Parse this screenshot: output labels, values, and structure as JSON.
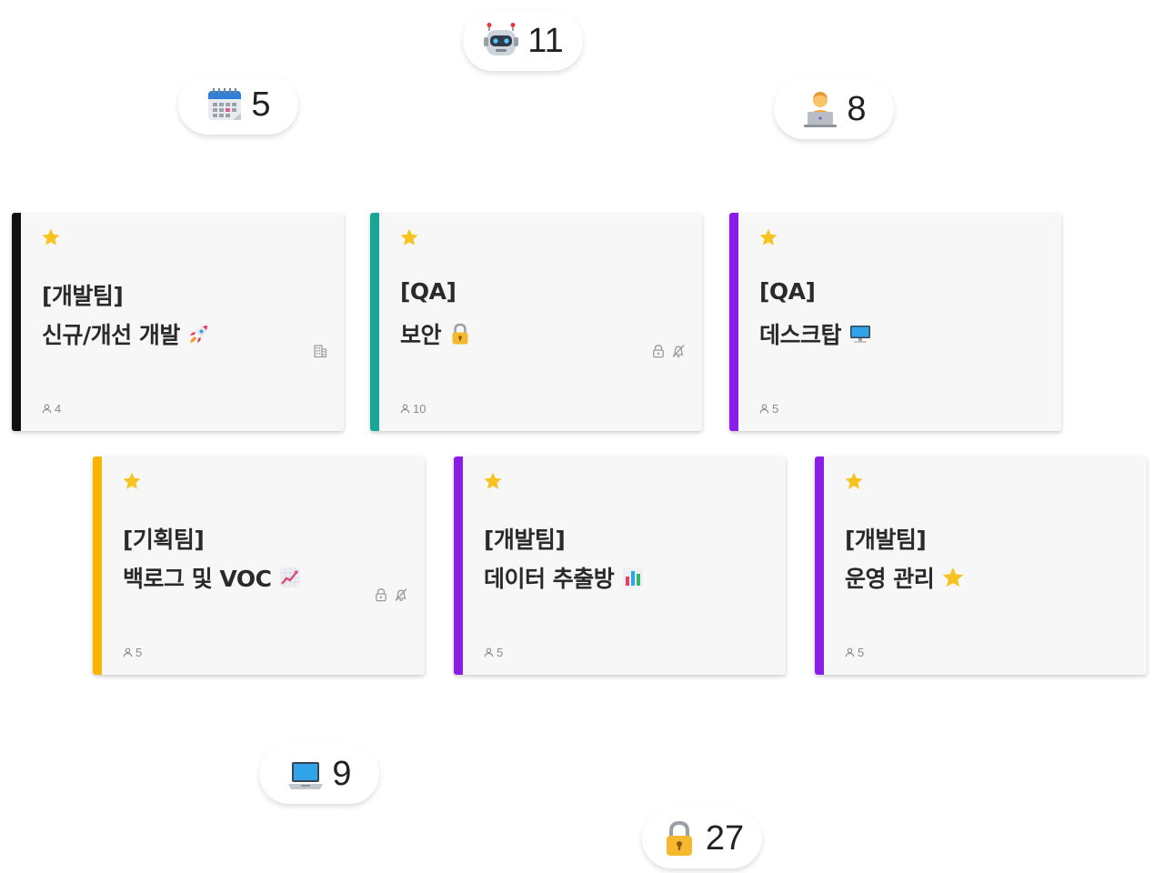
{
  "badges": [
    {
      "id": "robot",
      "icon": "robot-icon",
      "count": "11"
    },
    {
      "id": "calendar",
      "icon": "calendar-icon",
      "count": "5"
    },
    {
      "id": "technologist",
      "icon": "technologist-icon",
      "count": "8"
    },
    {
      "id": "laptop",
      "icon": "laptop-icon",
      "count": "9"
    },
    {
      "id": "lock",
      "icon": "lock-icon",
      "count": "27"
    }
  ],
  "cards": [
    {
      "team": "[개발팀]",
      "title": "신규/개선 개발",
      "title_icon": "rocket-icon",
      "accent": "#111111",
      "flags": [
        "building-icon"
      ],
      "members": "4",
      "starred": true
    },
    {
      "team": "[QA]",
      "title": "보안",
      "title_icon": "lock-icon",
      "accent": "#16a895",
      "flags": [
        "lock-icon",
        "bell-off-icon"
      ],
      "members": "10",
      "starred": true
    },
    {
      "team": "[QA]",
      "title": "데스크탑",
      "title_icon": "desktop-icon",
      "accent": "#8a1de8",
      "flags": [],
      "members": "5",
      "starred": true
    },
    {
      "team": "[기획팀]",
      "title": "백로그 및 VOC",
      "title_icon": "chart-increasing-icon",
      "accent": "#f7b500",
      "flags": [
        "lock-icon",
        "bell-off-icon"
      ],
      "members": "5",
      "starred": true
    },
    {
      "team": "[개발팀]",
      "title": "데이터 추출방",
      "title_icon": "bar-chart-icon",
      "accent": "#8a1de8",
      "flags": [],
      "members": "5",
      "starred": true
    },
    {
      "team": "[개발팀]",
      "title": "운영 관리",
      "title_icon": "star-icon",
      "accent": "#8a1de8",
      "flags": [],
      "members": "5",
      "starred": true
    }
  ]
}
